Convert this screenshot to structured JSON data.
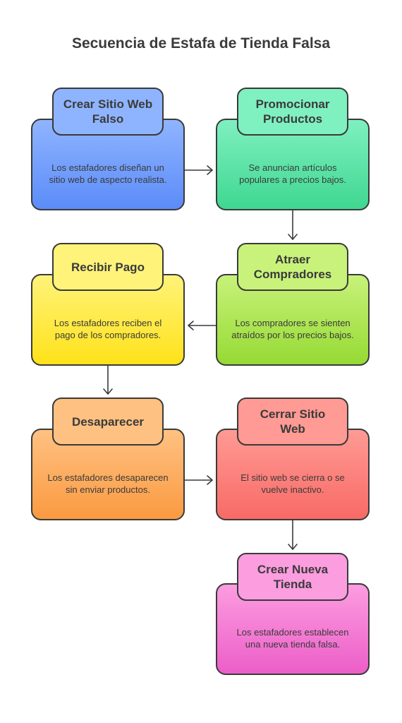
{
  "title": "Secuencia de Estafa de Tienda Falsa",
  "steps": [
    {
      "label": "Crear Sitio Web Falso",
      "description": "Los estafadores diseñan un sitio web de aspecto realista.",
      "color_top": "#8fb4ff",
      "color_bottom": "#5b8cf8"
    },
    {
      "label": "Promocionar Productos",
      "description": "Se anuncian artículos populares a precios bajos.",
      "color_top": "#7ff0c0",
      "color_bottom": "#3fd791"
    },
    {
      "label": "Atraer Compradores",
      "description": "Los compradores se sienten atraídos por los precios bajos.",
      "color_top": "#c8f27a",
      "color_bottom": "#96da34"
    },
    {
      "label": "Recibir Pago",
      "description": "Los estafadores reciben el pago de los compradores.",
      "color_top": "#fff37a",
      "color_bottom": "#ffe21a"
    },
    {
      "label": "Desaparecer",
      "description": "Los estafadores desaparecen sin enviar productos.",
      "color_top": "#ffc182",
      "color_bottom": "#fa9a41"
    },
    {
      "label": "Cerrar Sitio Web",
      "description": "El sitio web se cierra o se vuelve inactivo.",
      "color_top": "#ff9a94",
      "color_bottom": "#f86a66"
    },
    {
      "label": "Crear Nueva Tienda",
      "description": "Los estafadores establecen una nueva tienda falsa.",
      "color_top": "#fc9de0",
      "color_bottom": "#ec5ec8"
    }
  ]
}
